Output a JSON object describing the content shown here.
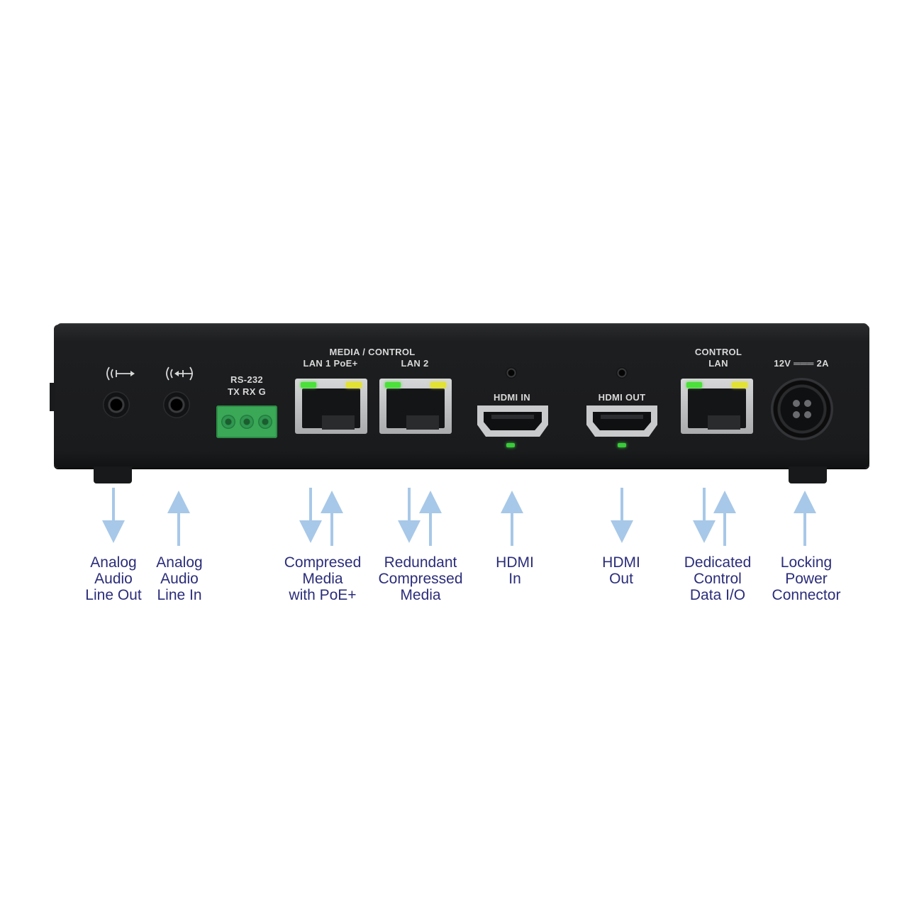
{
  "silkscreen": {
    "rs232": "RS-232",
    "rs232_pins": "TX RX G",
    "media_control": "MEDIA / CONTROL",
    "lan1": "LAN 1  PoE+",
    "lan2": "LAN 2",
    "hdmi_in": "HDMI IN",
    "hdmi_out": "HDMI OUT",
    "control": "CONTROL",
    "control_lan": "LAN",
    "power_rating": "12V ═══ 2A"
  },
  "labels": {
    "audio_out": [
      "Analog",
      "Audio",
      "Line Out"
    ],
    "audio_in": [
      "Analog",
      "Audio",
      "Line In"
    ],
    "lan1": [
      "Compresed",
      "Media",
      "with PoE+"
    ],
    "lan2": [
      "Redundant",
      "Compressed",
      "Media"
    ],
    "hdmi_in": [
      "HDMI",
      "In"
    ],
    "hdmi_out": [
      "HDMI",
      "Out"
    ],
    "control_lan": [
      "Dedicated",
      "Control",
      "Data I/O"
    ],
    "power": [
      "Locking",
      "Power",
      "Connector"
    ]
  },
  "colors": {
    "label_text": "#2b2d7a",
    "arrow": "#a7c8e8",
    "led_green": "#4be03a",
    "led_yellow": "#e2e232",
    "terminal_green": "#3aa856"
  },
  "icons": {
    "audio_out": "headphone-out-icon",
    "audio_in": "headphone-in-icon"
  }
}
